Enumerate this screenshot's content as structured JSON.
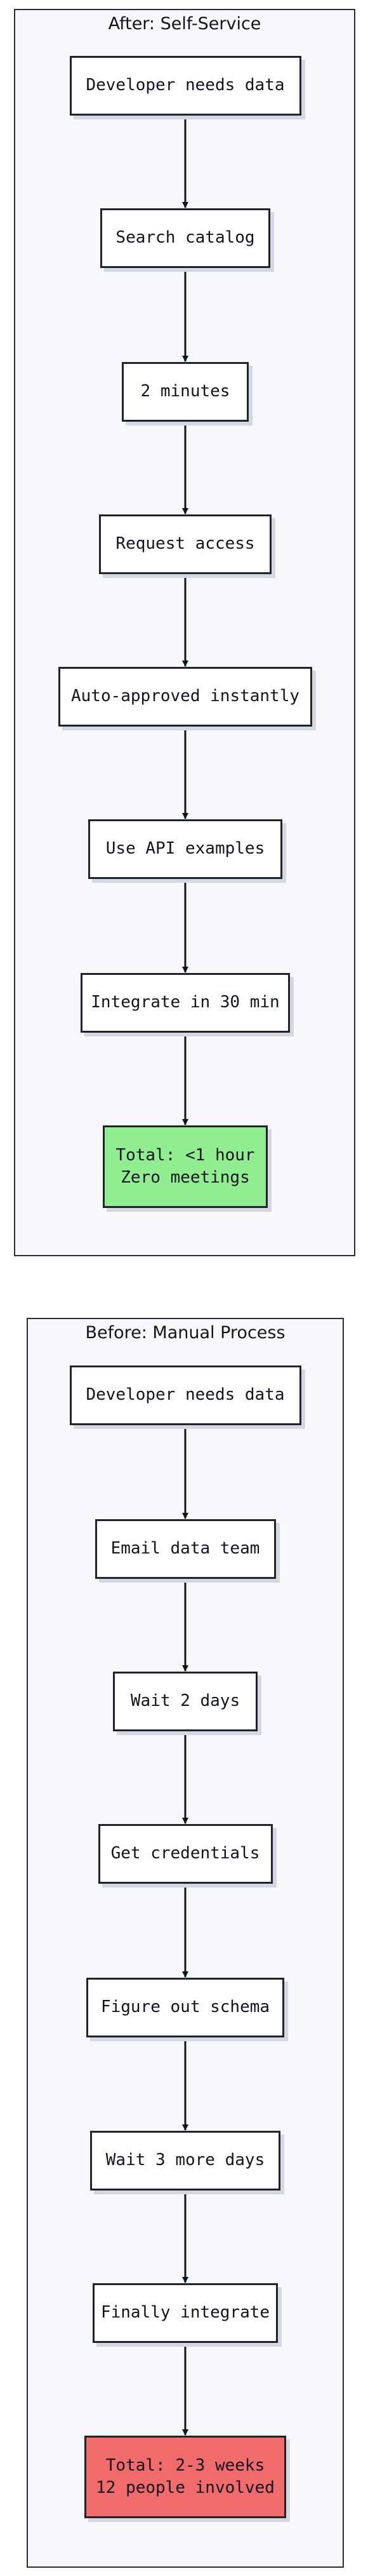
{
  "diagrams": [
    {
      "title": "After: Self-Service",
      "steps": [
        {
          "lines": [
            "Developer needs data"
          ],
          "style": "default"
        },
        {
          "lines": [
            "Search catalog"
          ],
          "style": "default"
        },
        {
          "lines": [
            "2 minutes"
          ],
          "style": "default"
        },
        {
          "lines": [
            "Request access"
          ],
          "style": "default"
        },
        {
          "lines": [
            "Auto-approved instantly"
          ],
          "style": "default"
        },
        {
          "lines": [
            "Use API examples"
          ],
          "style": "default"
        },
        {
          "lines": [
            "Integrate in 30 min"
          ],
          "style": "default"
        },
        {
          "lines": [
            "Total: <1 hour",
            "Zero meetings"
          ],
          "style": "success"
        }
      ]
    },
    {
      "title": "Before: Manual Process",
      "steps": [
        {
          "lines": [
            "Developer needs data"
          ],
          "style": "default"
        },
        {
          "lines": [
            "Email data team"
          ],
          "style": "default"
        },
        {
          "lines": [
            "Wait 2 days"
          ],
          "style": "default"
        },
        {
          "lines": [
            "Get credentials"
          ],
          "style": "default"
        },
        {
          "lines": [
            "Figure out schema"
          ],
          "style": "default"
        },
        {
          "lines": [
            "Wait 3 more days"
          ],
          "style": "default"
        },
        {
          "lines": [
            "Finally integrate"
          ],
          "style": "default"
        },
        {
          "lines": [
            "Total: 2-3 weeks",
            "12 people involved"
          ],
          "style": "danger"
        }
      ]
    }
  ],
  "colors": {
    "success": "#90ee90",
    "danger": "#f06b6b",
    "node_border": "#22222e",
    "panel_background": "#f8f8fb"
  }
}
